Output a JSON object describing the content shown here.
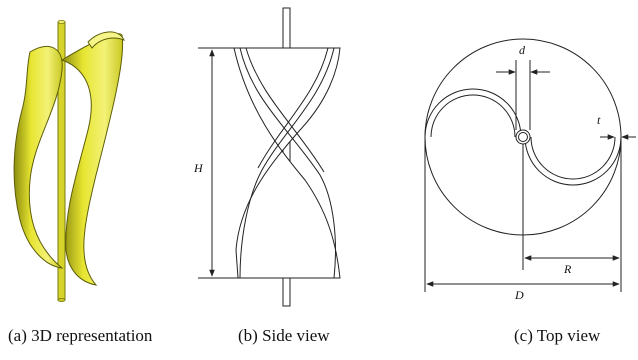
{
  "panels": {
    "a": {
      "caption": "(a) 3D representation"
    },
    "b": {
      "caption": "(b) Side view",
      "dim_height": "H"
    },
    "c": {
      "caption": "(c) Top view",
      "dim_shaft": "d",
      "dim_thickness": "t",
      "dim_radius": "R",
      "dim_diameter": "D"
    }
  },
  "colors": {
    "blade_fill": "#e7e531",
    "blade_shadow": "#9a9a12",
    "blade_highlight": "#f6f58a",
    "line": "#222222"
  }
}
